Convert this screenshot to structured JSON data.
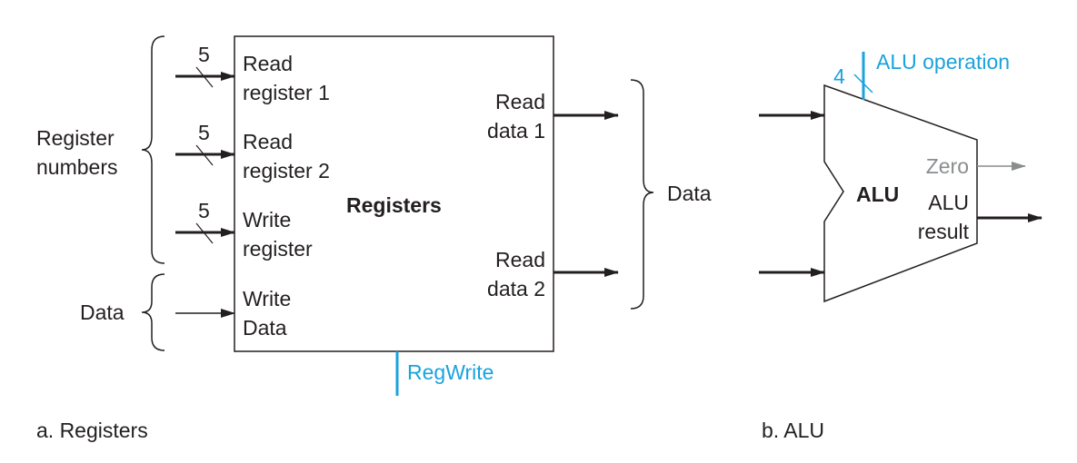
{
  "registers": {
    "block_label": "Registers",
    "inputs": [
      {
        "line1": "Read",
        "line2": "register 1",
        "bus_width": "5"
      },
      {
        "line1": "Read",
        "line2": "register 2",
        "bus_width": "5"
      },
      {
        "line1": "Write",
        "line2": "register",
        "bus_width": "5"
      },
      {
        "line1": "Write",
        "line2": "Data"
      }
    ],
    "outputs": [
      {
        "line1": "Read",
        "line2": "data 1"
      },
      {
        "line1": "Read",
        "line2": "data 2"
      }
    ],
    "left_brace_register_numbers": {
      "line1": "Register",
      "line2": "numbers"
    },
    "left_brace_data": "Data",
    "right_brace_data": "Data",
    "control_signal": "RegWrite",
    "caption": "a. Registers"
  },
  "alu": {
    "block_label": "ALU",
    "control_signal": "ALU operation",
    "control_bus_width": "4",
    "zero_output": "Zero",
    "result_output": {
      "line1": "ALU",
      "line2": "result"
    },
    "caption": "b. ALU"
  },
  "colors": {
    "line": "#231f20",
    "control": "#1aa3dd",
    "zero": "#8a8c8e"
  }
}
